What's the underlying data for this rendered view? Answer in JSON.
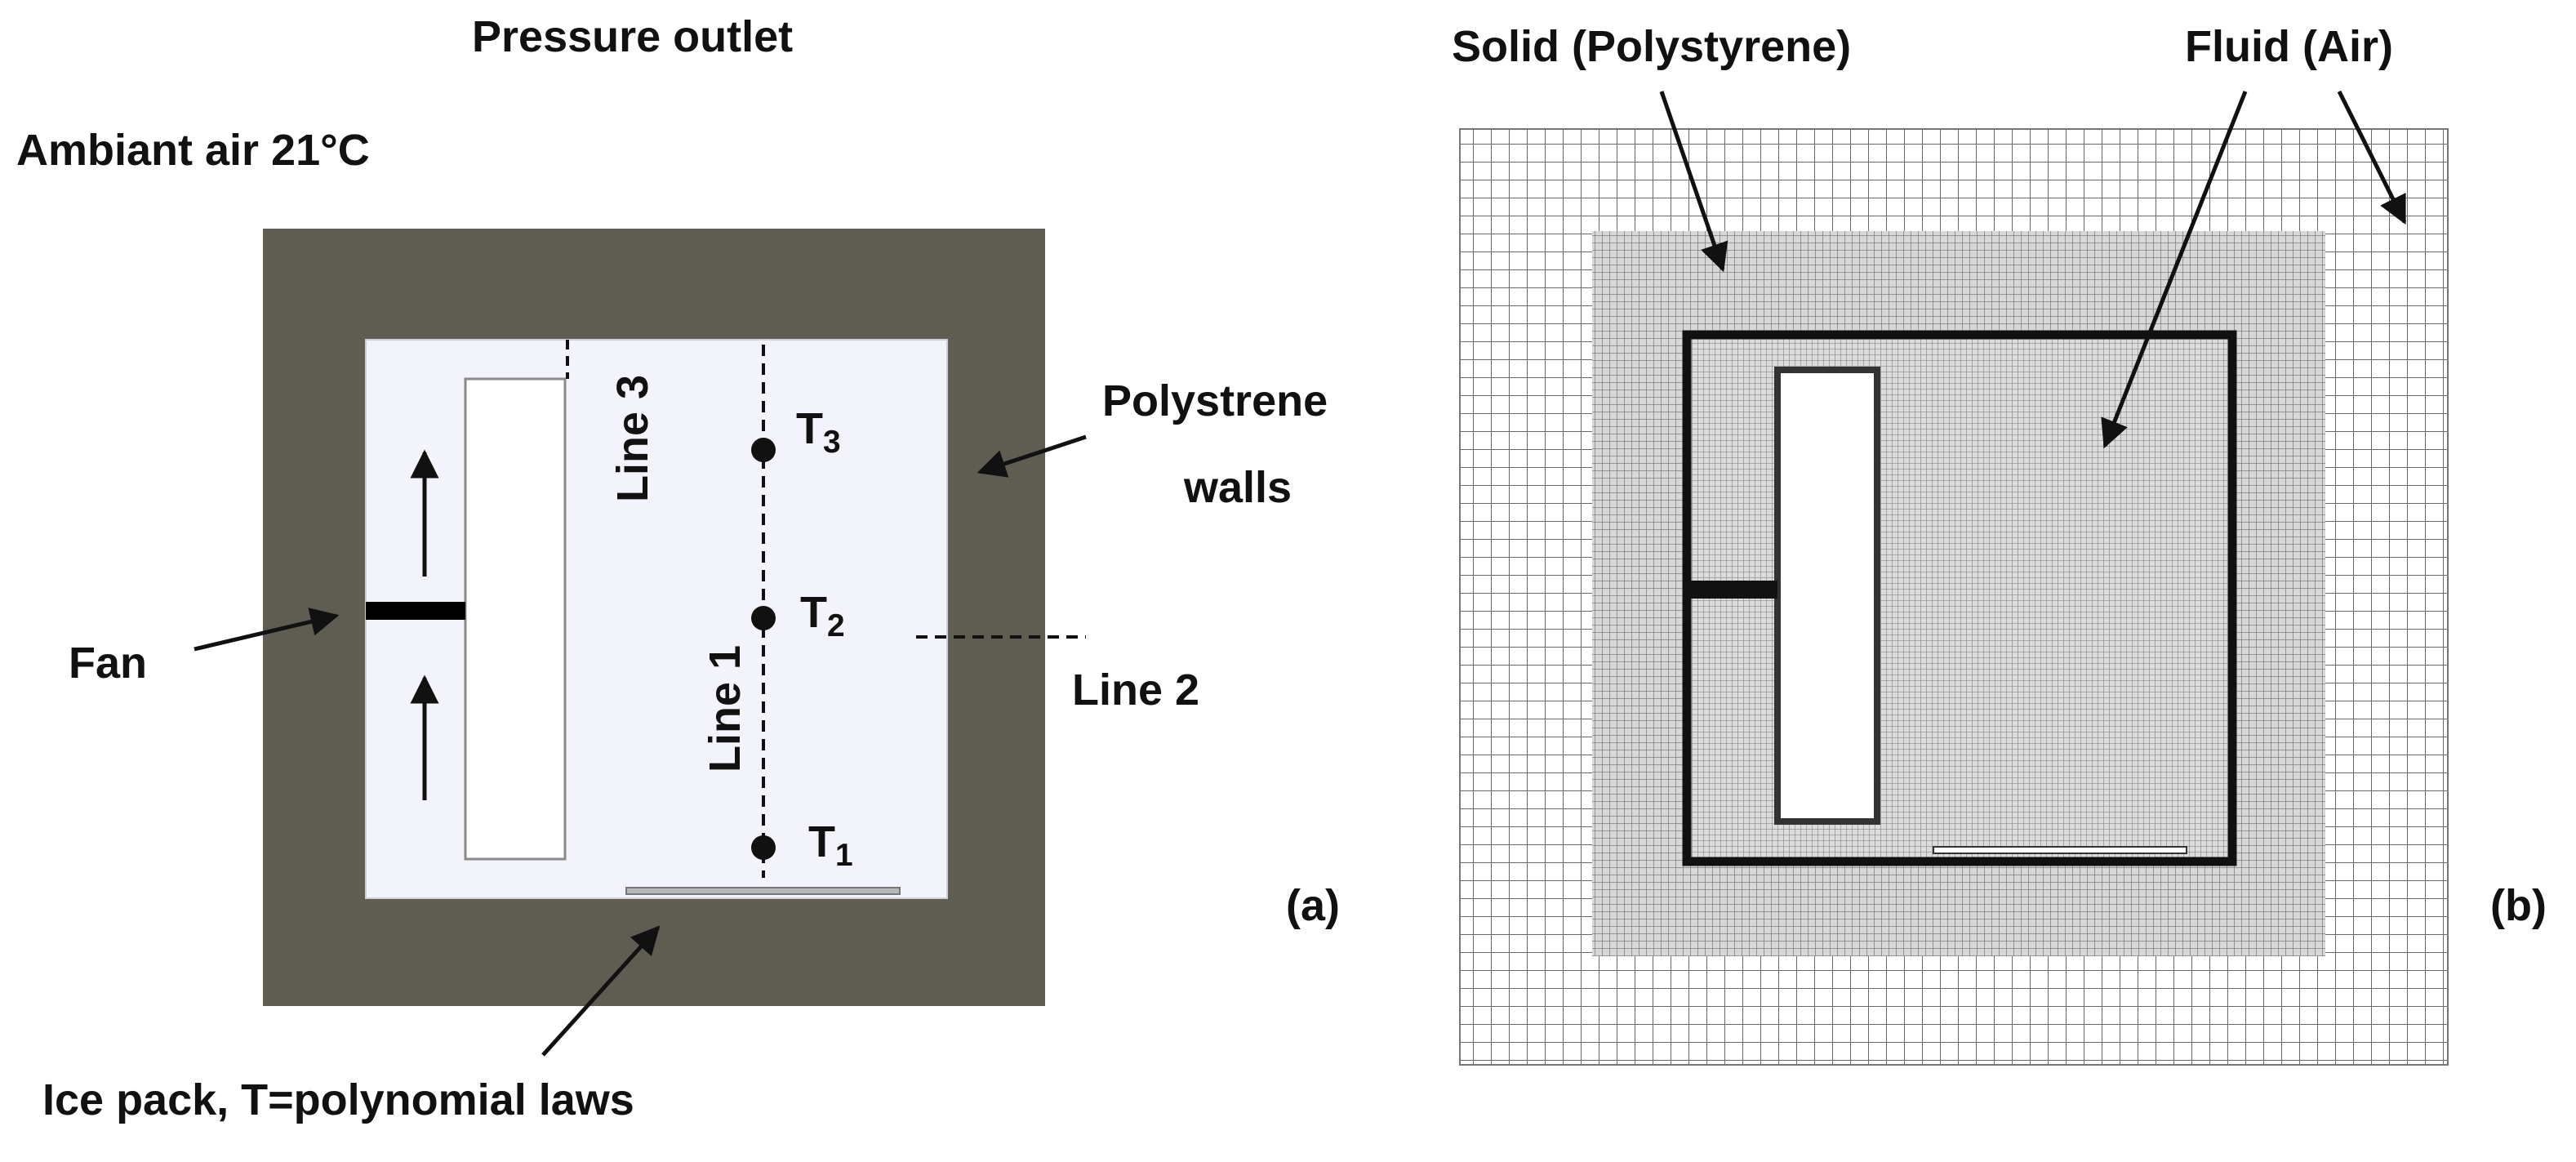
{
  "panel_a": {
    "pressure_outlet": "Pressure outlet",
    "ambient": "Ambiant air 21°C",
    "polystyrene_walls_1": "Polystrene",
    "polystyrene_walls_2": "walls",
    "fan": "Fan",
    "line1": "Line 1",
    "line2": "Line 2",
    "line3": "Line 3",
    "t1": "T",
    "t1_sub": "1",
    "t2": "T",
    "t2_sub": "2",
    "t3": "T",
    "t3_sub": "3",
    "ice_pack": "Ice pack, T=polynomial laws",
    "panel_label": "(a)"
  },
  "panel_b": {
    "solid": "Solid (Polystyrene)",
    "fluid": "Fluid (Air)",
    "panel_label": "(b)"
  },
  "colors": {
    "wall": "#5f5c52",
    "cavity": "#f3f3fb",
    "mesh_bg": "#ffffff",
    "mesh_line": "#555555",
    "dense_mesh": "#8a8a8a"
  }
}
